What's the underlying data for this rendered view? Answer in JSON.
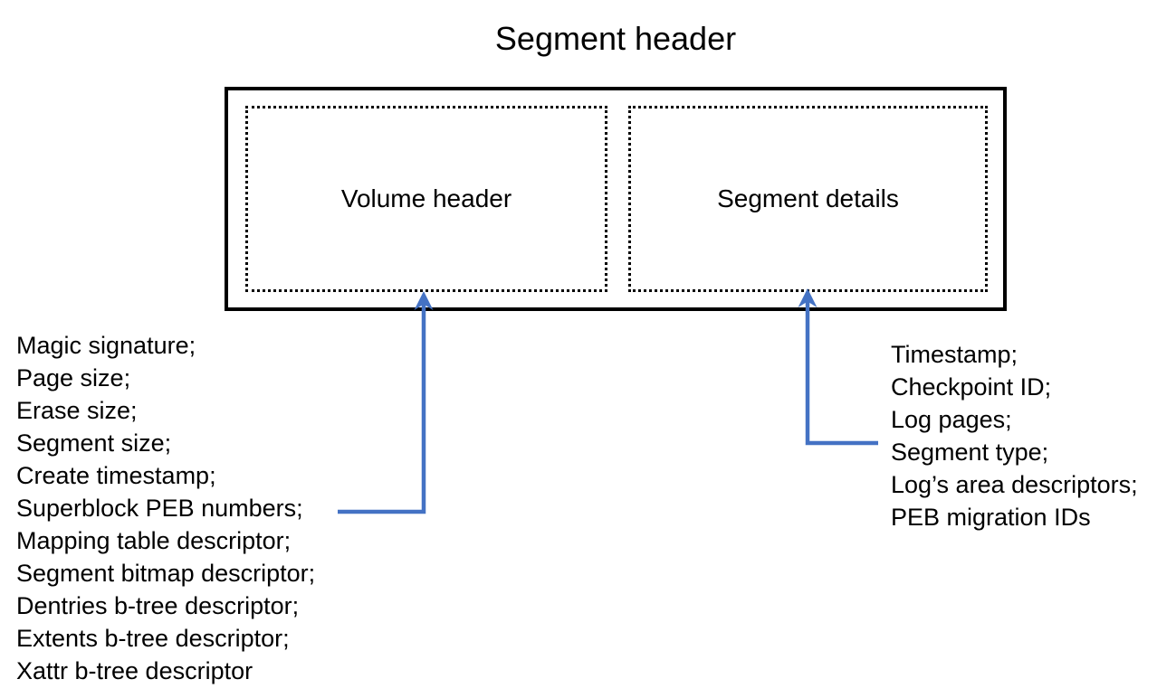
{
  "title": "Segment header",
  "boxes": {
    "volume_header": {
      "label": "Volume header"
    },
    "segment_details": {
      "label": "Segment details"
    }
  },
  "volume_header_fields": [
    "Magic signature;",
    "Page size;",
    "Erase size;",
    "Segment size;",
    "Create timestamp;",
    "Superblock PEB numbers;",
    "Mapping table descriptor;",
    "Segment bitmap descriptor;",
    "Dentries b-tree descriptor;",
    "Extents b-tree descriptor;",
    "Xattr b-tree descriptor"
  ],
  "segment_details_fields": [
    "Timestamp;",
    "Checkpoint ID;",
    "Log pages;",
    "Segment type;",
    "Log’s area descriptors;",
    "PEB migration IDs"
  ],
  "colors": {
    "arrow": "#4472C4",
    "box_border": "#000000"
  }
}
